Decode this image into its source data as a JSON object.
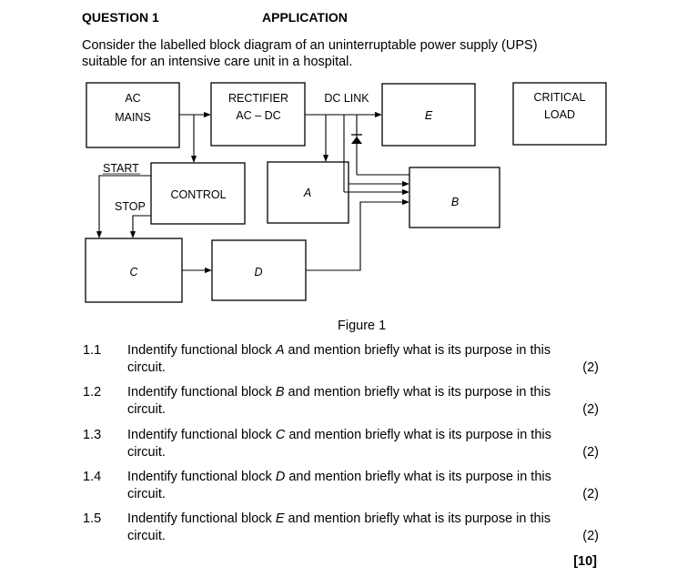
{
  "header": {
    "question": "QUESTION 1",
    "section": "APPLICATION"
  },
  "intro": {
    "line1": "Consider the labelled block diagram of an uninterruptable power supply (UPS)",
    "line2": "suitable for an intensive care unit in a hospital."
  },
  "diagram": {
    "ac_mains": {
      "line1": "AC",
      "line2": "MAINS"
    },
    "rectifier": {
      "line1": "RECTIFIER",
      "line2": "AC – DC"
    },
    "dc_link": "DC LINK",
    "block_e": "E",
    "critical_load": {
      "line1": "CRITICAL",
      "line2": "LOAD"
    },
    "start": "START",
    "stop": "STOP",
    "control": "CONTROL",
    "block_a": "A",
    "block_b": "B",
    "block_c": "C",
    "block_d": "D"
  },
  "figure_caption": "Figure 1",
  "questions": [
    {
      "number": "1.1",
      "pre": "Indentify functional block ",
      "letter": "A",
      "post": " and mention briefly what is its purpose in this",
      "line2": "circuit.",
      "marks": "(2)"
    },
    {
      "number": "1.2",
      "pre": "Indentify functional block ",
      "letter": "B",
      "post": " and mention briefly what is its purpose in this",
      "line2": "circuit.",
      "marks": "(2)"
    },
    {
      "number": "1.3",
      "pre": "Indentify functional block ",
      "letter": "C",
      "post": " and mention briefly what is its purpose in this",
      "line2": "circuit.",
      "marks": "(2)"
    },
    {
      "number": "1.4",
      "pre": "Indentify functional block ",
      "letter": "D",
      "post": " and mention briefly what is its purpose in this",
      "line2": "circuit.",
      "marks": "(2)"
    },
    {
      "number": "1.5",
      "pre": "Indentify functional block ",
      "letter": "E",
      "post": " and mention briefly what is its purpose in this",
      "line2": "circuit.",
      "marks": "(2)"
    }
  ],
  "total": "[10]"
}
